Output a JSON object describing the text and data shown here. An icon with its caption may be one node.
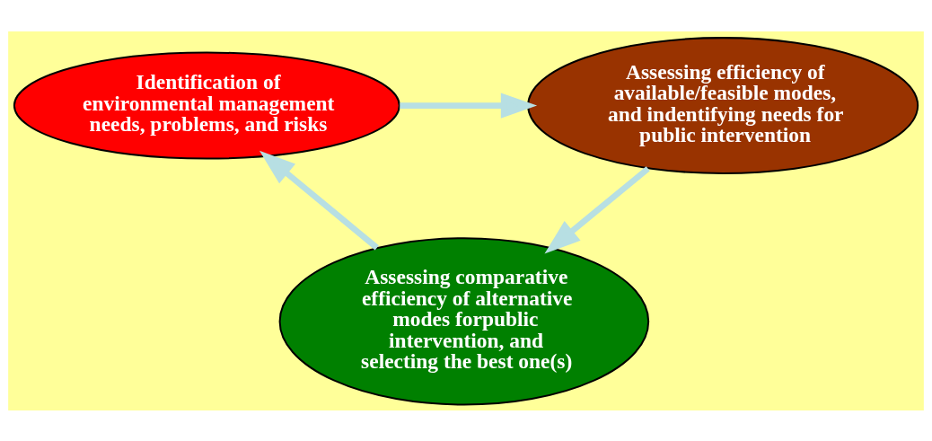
{
  "diagram": {
    "nodes": [
      {
        "text": [
          "Identification of environmental management needs, problems, and risks"
        ]
      },
      {
        "text": [
          "Assessing efficiency of available/feasible modes, and indentifying needs for public intervention"
        ]
      },
      {
        "text": [
          "Assessing comparative efficiency of alternative modes forpublic intervention, and selecting the best one(s)"
        ]
      }
    ],
    "edges": [
      {
        "from": 0,
        "to": 1,
        "arrow": "to"
      },
      {
        "from": 1,
        "to": 2,
        "arrow": "to"
      },
      {
        "from": 2,
        "to": 0,
        "arrow": "to"
      }
    ]
  }
}
